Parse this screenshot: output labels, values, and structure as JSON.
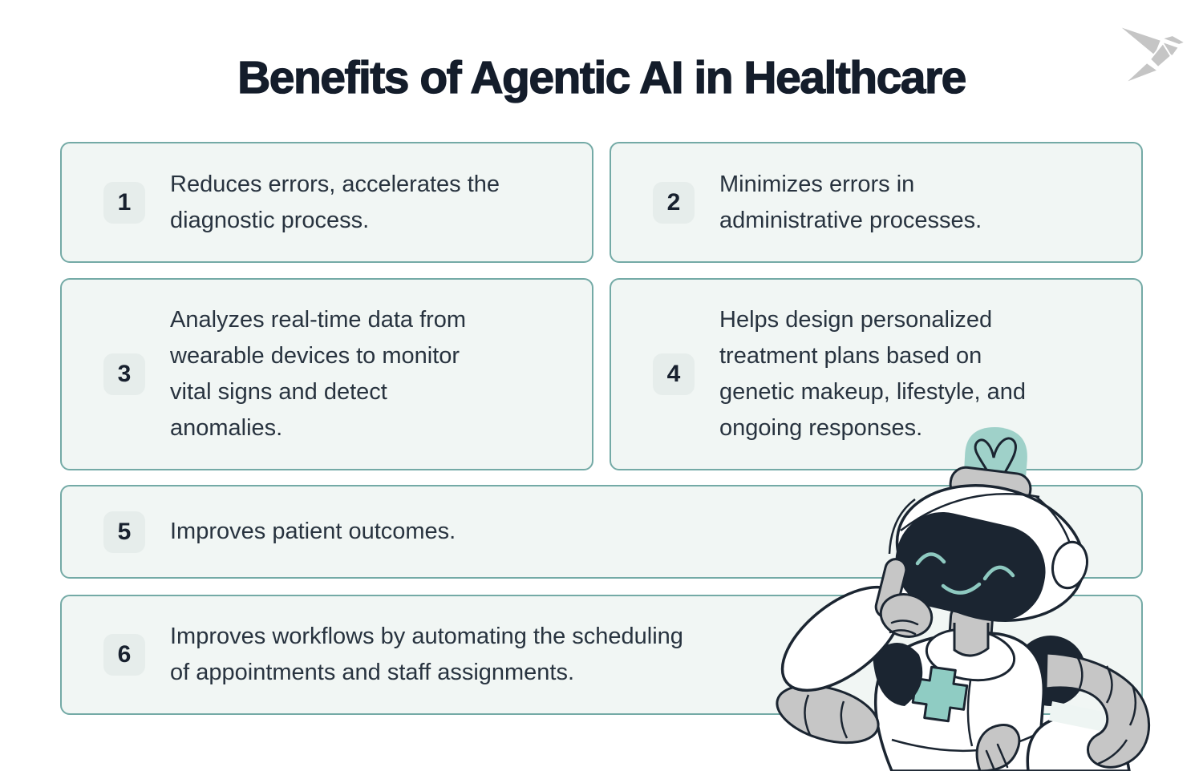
{
  "title": "Benefits of Agentic AI in Healthcare",
  "cards": [
    {
      "number": "1",
      "text": "Reduces errors, accelerates the\ndiagnostic process."
    },
    {
      "number": "2",
      "text": "Minimizes errors in\nadministrative processes."
    },
    {
      "number": "3",
      "text": "Analyzes real-time data from\nwearable devices to monitor\nvital signs and detect\nanomalies."
    },
    {
      "number": "4",
      "text": "Helps design personalized\ntreatment plans based on\ngenetic makeup, lifestyle, and\nongoing responses."
    },
    {
      "number": "5",
      "text": "Improves patient outcomes."
    },
    {
      "number": "6",
      "text": "Improves workflows by automating the scheduling\nof appointments and staff assignments."
    }
  ],
  "icons": {
    "logo": "origami-bird",
    "illustration": "robot-mascot"
  },
  "colors": {
    "title": "#141d2b",
    "card_background": "#f1f6f4",
    "card_border": "#74aaa6",
    "badge_background": "#e6edeb",
    "body_text": "#28333f",
    "robot_teal": "#9fd1c9",
    "robot_cross_teal": "#8fccc3",
    "robot_face_features": "#8ec9c0",
    "robot_gray": "#c6c6c6",
    "robot_navy": "#1b2531",
    "logo_gray": "#c5c5c5"
  }
}
